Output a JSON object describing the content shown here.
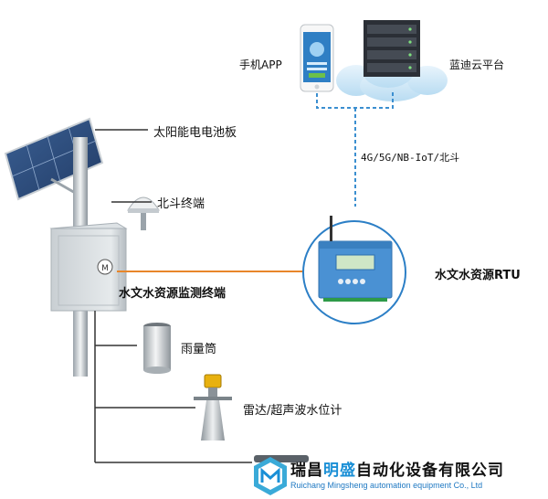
{
  "labels": {
    "phone_app": "手机APP",
    "cloud_platform": "蓝迪云平台",
    "network": "4G/5G/NB-IoT/北斗",
    "solar_panel": "太阳能电电池板",
    "beidou_terminal": "北斗终端",
    "rtu": "水文水资源RTU",
    "monitor_terminal": "水文水资源监测终端",
    "rain_gauge": "雨量筒",
    "radar_level": "雷达/超声波水位计"
  },
  "company": {
    "name_prefix": "瑞昌",
    "name_highlight": "明盛",
    "name_suffix": "自动化设备有限公司",
    "name_en": "Ruichang Mingsheng automation equipment Co., Ltd"
  },
  "colors": {
    "dashed_link": "#3b8fd0",
    "orange_link": "#e8862a",
    "brand_blue": "#1a8fd6",
    "circle_stroke": "#2c7fc6"
  }
}
